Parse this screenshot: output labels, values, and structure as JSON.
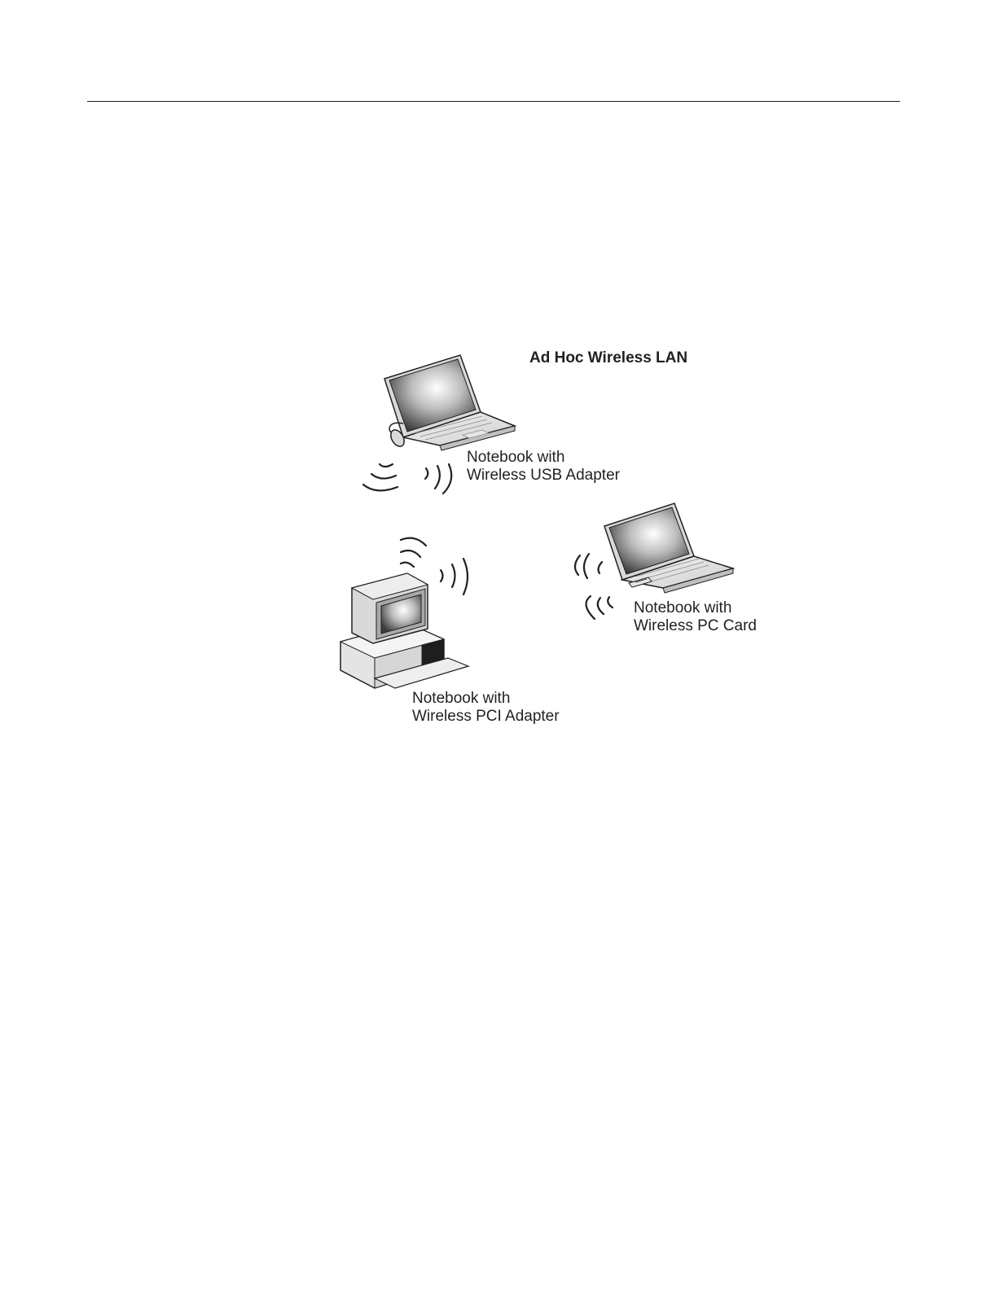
{
  "diagram": {
    "title": "Ad Hoc Wireless LAN",
    "nodes": [
      {
        "id": "usb",
        "icon": "notebook-usb-icon",
        "line1": "Notebook with",
        "line2": "Wireless USB Adapter"
      },
      {
        "id": "pccard",
        "icon": "notebook-pccard-icon",
        "line1": "Notebook with",
        "line2": "Wireless PC Card"
      },
      {
        "id": "pci",
        "icon": "desktop-pci-icon",
        "line1": "Notebook with",
        "line2": "Wireless PCI Adapter"
      }
    ]
  }
}
